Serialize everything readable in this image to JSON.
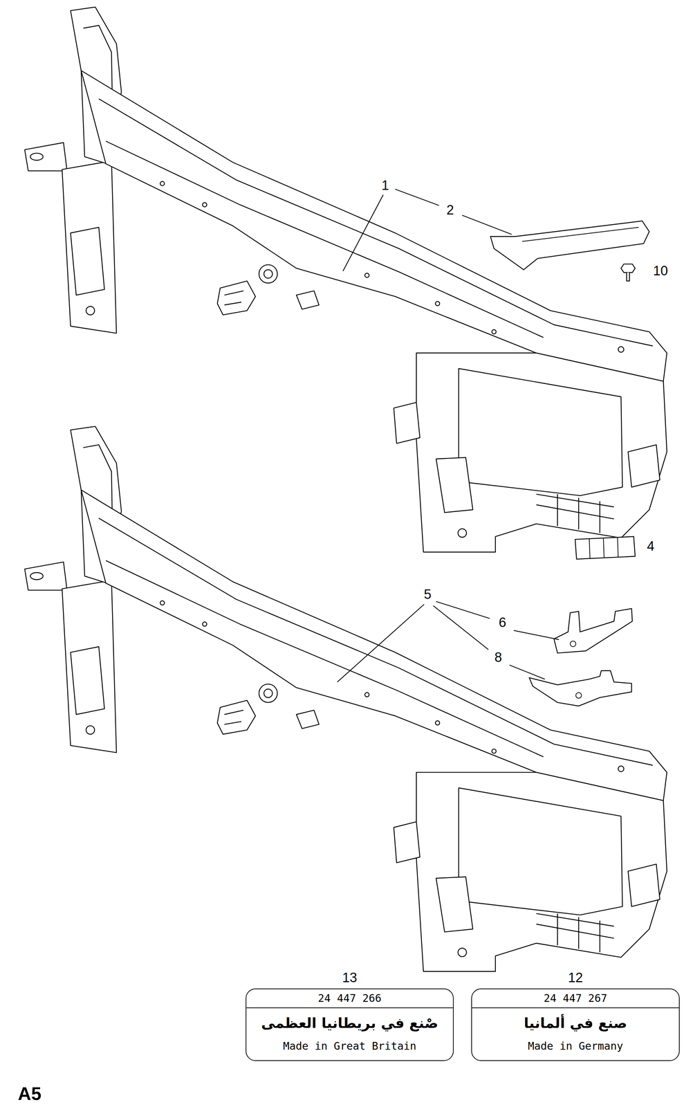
{
  "diagram": {
    "nodes": [
      {
        "text": [
          "13",
          "24 447 266",
          "صْنع في بريطانيا العظمى",
          "Made in Great Britain"
        ]
      },
      {
        "text": [
          "12",
          "24 447 267",
          "صنع في ألمانيا",
          "Made in Germany"
        ]
      }
    ],
    "labels": [
      "1",
      "2",
      "10",
      "4",
      "5",
      "6",
      "8",
      "A5"
    ]
  }
}
